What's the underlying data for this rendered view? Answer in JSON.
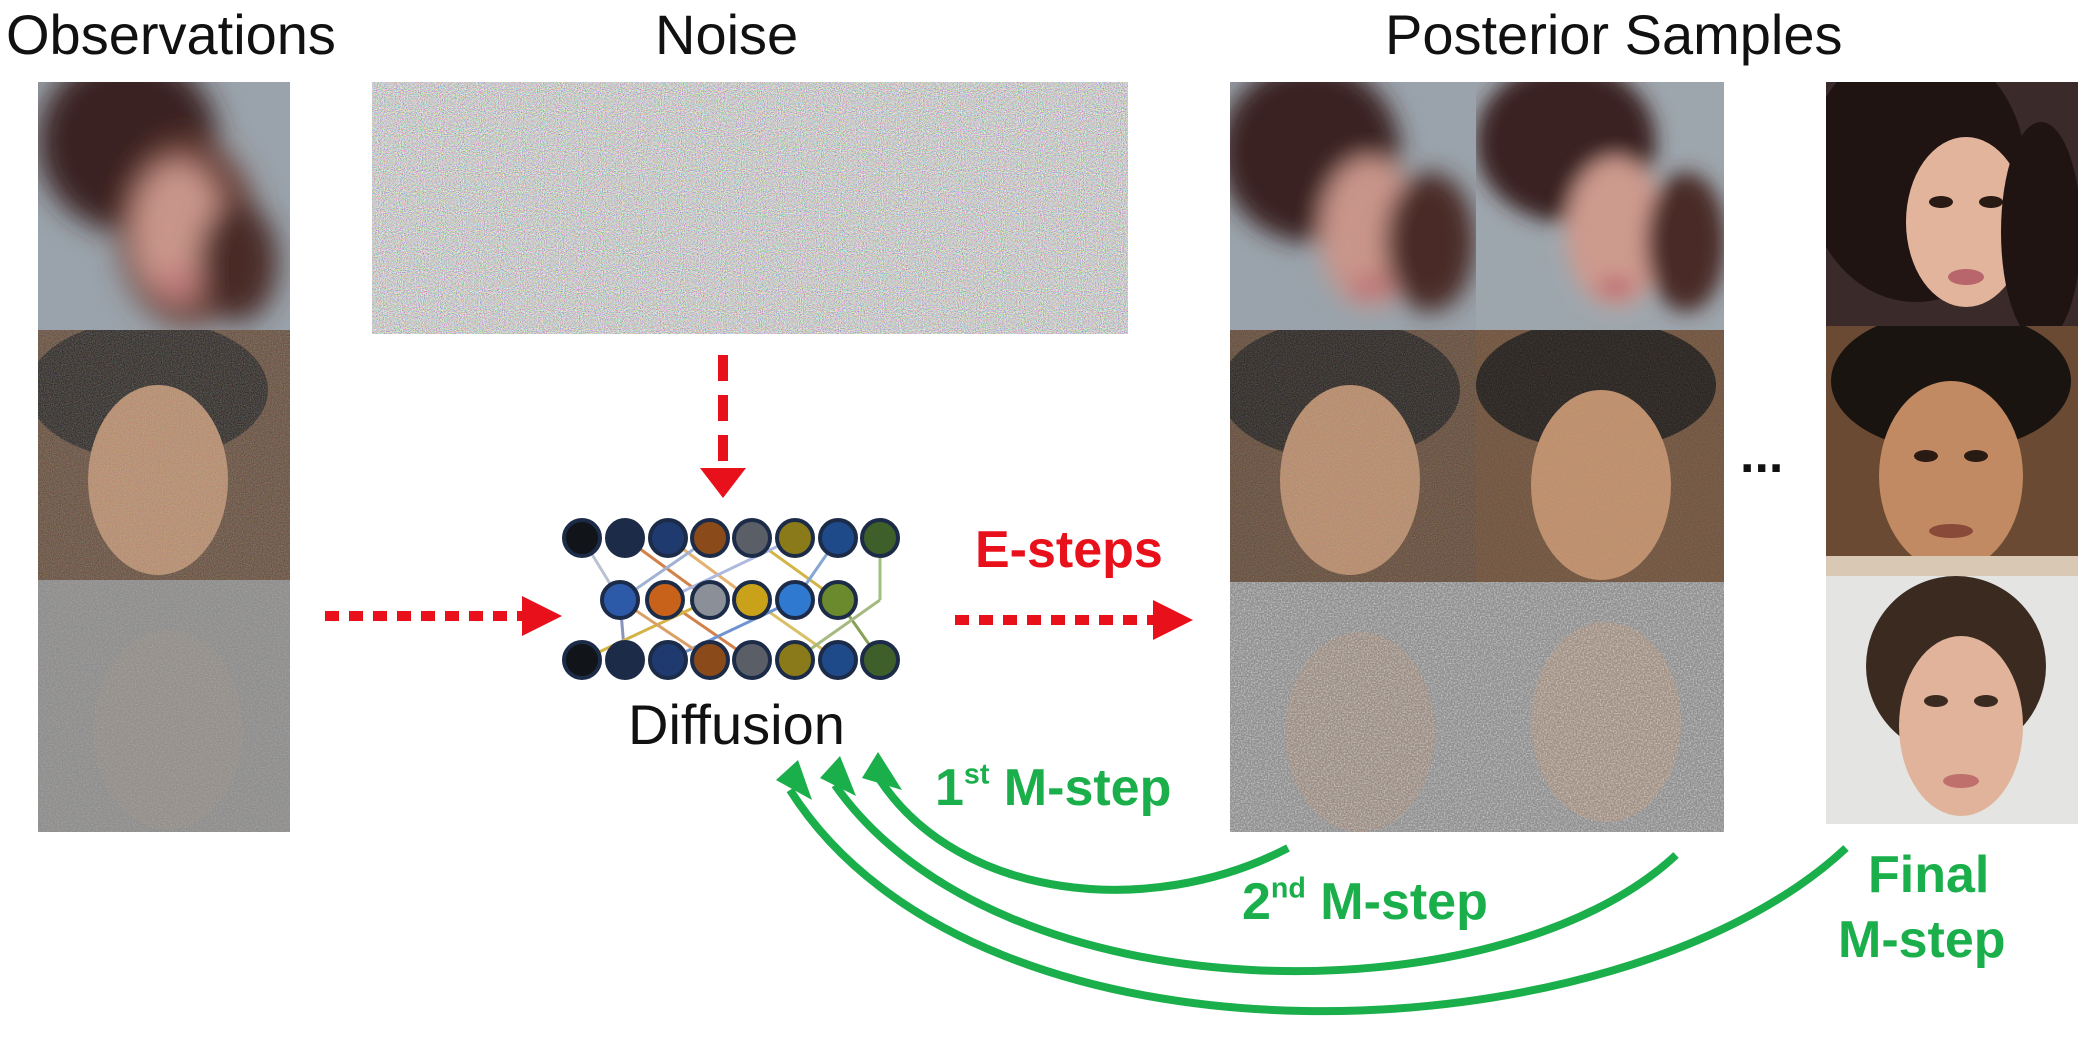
{
  "headers": {
    "observations": "Observations",
    "noise": "Noise",
    "posterior": "Posterior Samples"
  },
  "network_label": "Diffusion",
  "esteps_label": "E-steps",
  "ellipsis": "...",
  "msteps": {
    "first": {
      "num": "1",
      "suffix": "st",
      "rest": " M-step"
    },
    "second": {
      "num": "2",
      "suffix": "nd",
      "rest": " M-step"
    },
    "final_line1": "Final",
    "final_line2": "M-step"
  },
  "colors": {
    "arrow_red": "#e8101b",
    "arrow_green": "#1aaf4b",
    "node_dark": "#1c2b47",
    "node_blue": "#2d5aa8",
    "node_orange": "#c8621b",
    "node_gray": "#8a8f98",
    "node_yellow": "#c9a21a",
    "node_olive": "#6b8a2e"
  }
}
